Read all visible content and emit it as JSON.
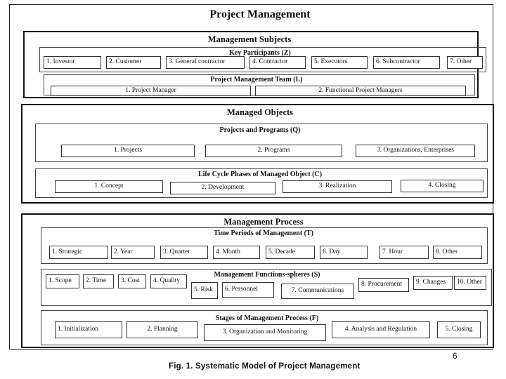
{
  "title": "Project Management",
  "management_subjects": {
    "title": "Management Subjects",
    "key_participants": {
      "title": "Key Participants (Z)",
      "items": [
        "1. Investor",
        "2. Customer",
        "3. General  contractor",
        "4. Contractor",
        "5. Executors",
        "6. Subcontractor",
        "7. Other"
      ]
    },
    "team": {
      "title": "Project Management Team (L)",
      "items": [
        "1. Project Manager",
        "2. Functional Project Managers"
      ]
    }
  },
  "managed_objects": {
    "title": "Managed Objects",
    "projects_programs": {
      "title": "Projects and Programs (Q)",
      "items": [
        "1. Projects",
        "2. Programs",
        "3. Organizations, Enterprises"
      ]
    },
    "life_cycle": {
      "title": "Life Cycle Phases of Managed Object (C)",
      "items": [
        "1. Concept",
        "2. Development",
        "3. Realization",
        "4. Closing"
      ]
    }
  },
  "management_process": {
    "title": "Management Process",
    "time_periods": {
      "title": "Time Periods of Management (T)",
      "items": [
        "1. Strategic",
        "2. Year",
        "3. Quarter",
        "4. Month",
        "5. Decade",
        "6. Day",
        "7. Hour",
        "8. Other"
      ]
    },
    "functions": {
      "title": "Management Functions-spheres (S)",
      "items": [
        "1. Scope",
        "2. Time",
        "3. Cost",
        "4. Quality",
        "5. Risk",
        "6. Personnel",
        "7. Communications",
        "8. Procurement",
        "9. Changes",
        "10. Other"
      ]
    },
    "stages": {
      "title": "Stages of Management Process (F)",
      "items": [
        "1. Initialization",
        "2. Planning",
        "3. Organization and Monitoring",
        "4. Analysis and Regulation",
        "5. Closing"
      ]
    }
  },
  "caption": "Fig. 1.  Systematic Model of Project Management",
  "page_number": "6"
}
